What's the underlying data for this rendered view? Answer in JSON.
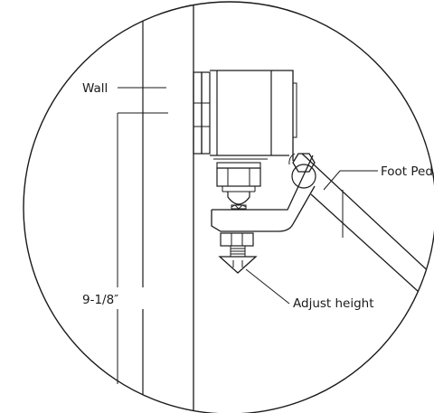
{
  "labels": {
    "wall": "Wall",
    "foot_pedal": "Foot Pedal",
    "dimension": "9-1/8″",
    "adjust_height": "Adjust height"
  },
  "colors": {
    "line": "#1a1a1a",
    "background": "#ffffff"
  }
}
